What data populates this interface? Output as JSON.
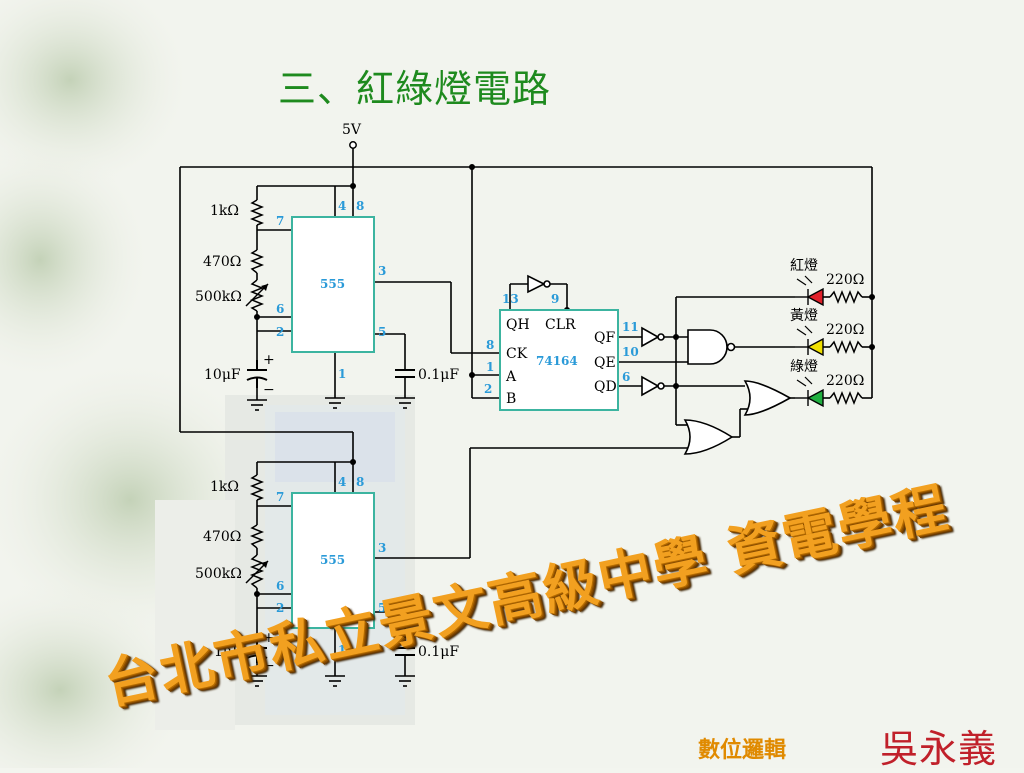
{
  "slide": {
    "title": "三、紅綠燈電路",
    "school_banner": "台北市私立景文高級中學 資電學程",
    "subject": "數位邏輯",
    "author": "吳永義"
  },
  "circuit": {
    "supply_label": "5V",
    "timer1": {
      "chip": "555",
      "pins": {
        "p4": "4",
        "p8": "8",
        "p7": "7",
        "p3": "3",
        "p6": "6",
        "p2": "2",
        "p5": "5",
        "p1": "1"
      },
      "r1": "1kΩ",
      "r2": "470Ω",
      "pot": "500kΩ",
      "cap": "10μF",
      "cap_ctrl": "0.1μF",
      "plus": "+",
      "minus": "−"
    },
    "timer2": {
      "chip": "555",
      "pins": {
        "p4": "4",
        "p8": "8",
        "p7": "7",
        "p3": "3",
        "p6": "6",
        "p2": "2",
        "p5": "5",
        "p1": "1"
      },
      "r1": "1kΩ",
      "r2": "470Ω",
      "pot": "500kΩ",
      "cap": "1μF",
      "cap_ctrl": "0.1μF",
      "plus": "+",
      "minus": "−"
    },
    "counter": {
      "chip": "74164",
      "pin_qh_num": "13",
      "pin_clr_num": "9",
      "pin_ck_num": "8",
      "pin_a_num": "1",
      "pin_b_num": "2",
      "pin_qf_num": "11",
      "pin_qe_num": "10",
      "pin_qd_num": "6",
      "qh": "QH",
      "clr": "CLR",
      "ck": "CK",
      "a": "A",
      "b": "B",
      "qf": "QF",
      "qe": "QE",
      "qd": "QD"
    },
    "leds": [
      {
        "label": "紅燈",
        "resistor": "220Ω",
        "color": "#e0202a"
      },
      {
        "label": "黃燈",
        "resistor": "220Ω",
        "color": "#f0e000"
      },
      {
        "label": "綠燈",
        "resistor": "220Ω",
        "color": "#20b040"
      }
    ]
  },
  "colors": {
    "title": "#1e8a1e",
    "chip_outline": "#3cb4a0",
    "pin_number": "#2a9ad8",
    "wire": "#000000",
    "school_banner": "#f2a020",
    "author": "#c0202a"
  }
}
